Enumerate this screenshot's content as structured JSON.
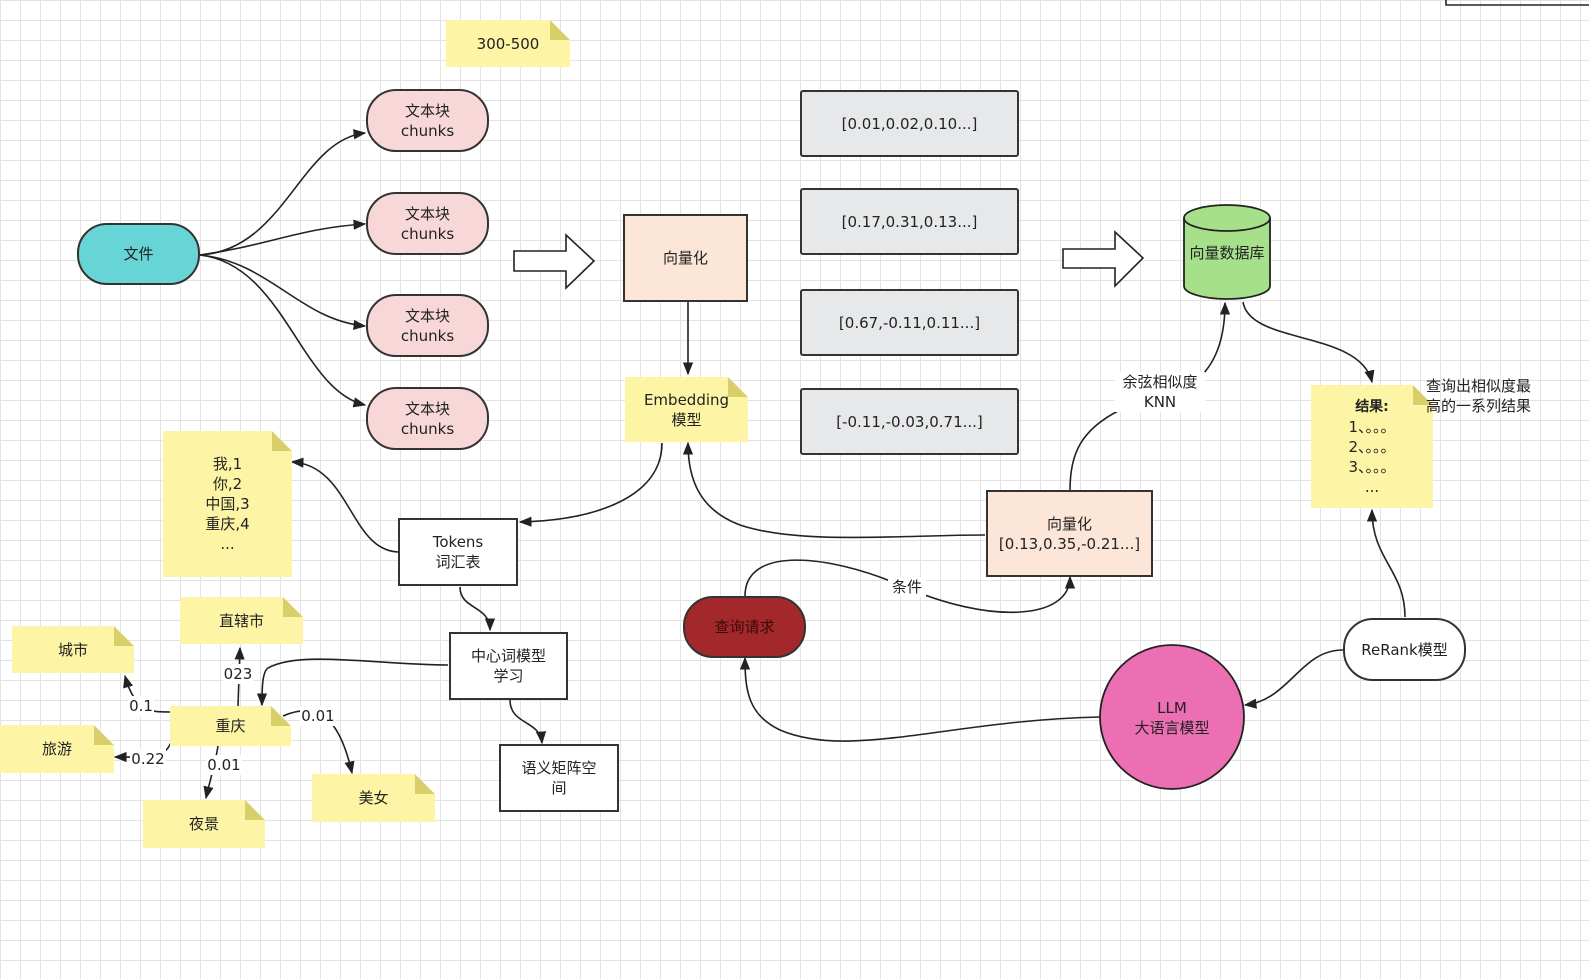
{
  "nodes": {
    "file": "文件",
    "chunk_1": [
      "文本块",
      "chunks"
    ],
    "chunk_2": [
      "文本块",
      "chunks"
    ],
    "chunk_3": [
      "文本块",
      "chunks"
    ],
    "chunk_4": [
      "文本块",
      "chunks"
    ],
    "vectorize": "向量化",
    "embedding_model": [
      "Embedding",
      "模型"
    ],
    "vectors": [
      "[0.01,0.02,0.10...]",
      "[0.17,0.31,0.13...]",
      "[0.67,-0.11,0.11...]",
      "[-0.11,-0.03,0.71...]"
    ],
    "vector_db": "向量数据库",
    "results": [
      "结果:",
      "1、。。。",
      "2、。。。",
      "3、。。。",
      "..."
    ],
    "results_note": [
      "查询出相似度最",
      "高的一系列结果"
    ],
    "query_vector": [
      "向量化",
      "[0.13,0.35,-0.21...]"
    ],
    "query_request": "查询请求",
    "llm": [
      "LLM",
      "大语言模型"
    ],
    "rerank": "ReRank模型",
    "tokens": [
      "Tokens",
      "词汇表"
    ],
    "vocab_note": [
      "我,1",
      "你,2",
      "中国,3",
      "重庆,4",
      "..."
    ],
    "center_word": [
      "中心词模型",
      "学习"
    ],
    "semantic_space": [
      "语义矩阵空",
      "间"
    ],
    "size_note": "300-500",
    "chongqing": "重庆",
    "city": "城市",
    "municipality": "直辖市",
    "travel": "旅游",
    "night_view": "夜景",
    "beauty": "美女"
  },
  "edge_labels": {
    "cosine": [
      "余弦相似度",
      "KNN"
    ],
    "condition": "条件",
    "w_municipality": "023",
    "w_city": "0.1",
    "w_travel": "0.22",
    "w_night": "0.01",
    "w_beauty": "0.01"
  },
  "colors": {
    "file_fill": "#67d4d6",
    "chunk_fill": "#f8d7d8",
    "vector_fill": "#e6e8ea",
    "peach_fill": "#fce6d8",
    "db_fill": "#a6e08a",
    "note_fill": "#fdf5a5",
    "query_fill": "#a3282b",
    "llm_fill": "#ec6fb4"
  }
}
